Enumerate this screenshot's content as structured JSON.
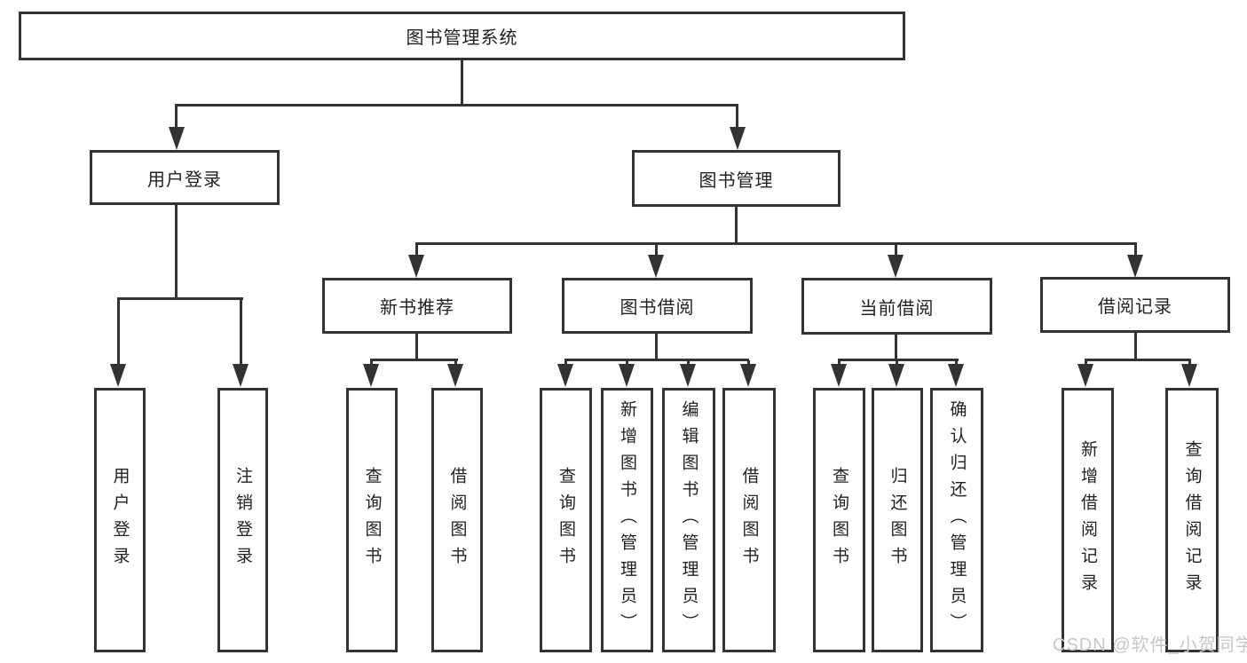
{
  "tree": {
    "root": {
      "label": "图书管理系统"
    },
    "level2": [
      {
        "label": "用户登录"
      },
      {
        "label": "图书管理"
      }
    ],
    "level3": [
      {
        "label": "新书推荐"
      },
      {
        "label": "图书借阅"
      },
      {
        "label": "当前借阅"
      },
      {
        "label": "借阅记录"
      }
    ],
    "leaves": {
      "user_login": [
        "用户登录",
        "注销登录"
      ],
      "new_book": [
        "查询图书",
        "借阅图书"
      ],
      "book_borrow": [
        "查询图书",
        "新增图书（管理员）",
        "编辑图书（管理员）",
        "借阅图书"
      ],
      "current_borrow": [
        "查询图书",
        "归还图书",
        "确认归还（管理员）"
      ],
      "borrow_record": [
        "新增借阅记录",
        "查询借阅记录"
      ]
    }
  },
  "watermark": "CSDN @软件_小贺同学",
  "colors": {
    "line": "#333333",
    "text": "#222222",
    "watermark": "#c7c7c7",
    "background": "#ffffff"
  }
}
